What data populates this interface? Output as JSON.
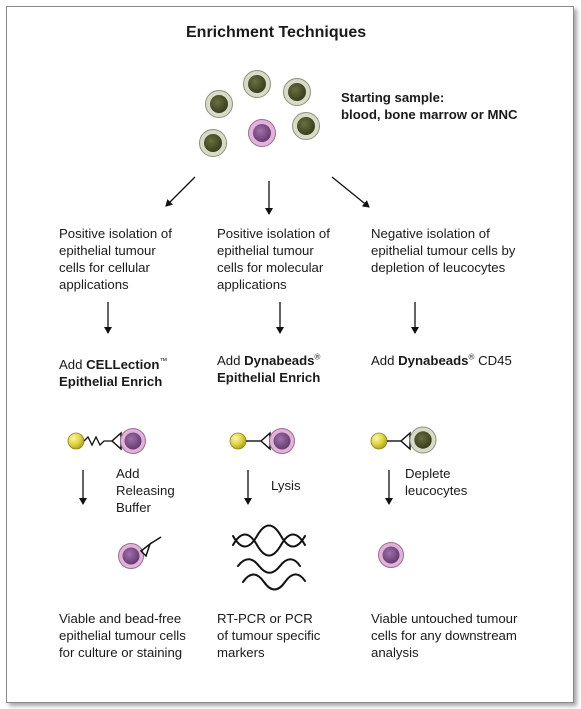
{
  "title": "Enrichment Techniques",
  "starting_sample": {
    "line1": "Starting sample:",
    "line2": "blood, bone marrow or MNC"
  },
  "columns": [
    {
      "isolation": [
        "Positive isolation of",
        "epithelial tumour",
        "cells for cellular",
        "applications"
      ],
      "reagent_prefix": "Add ",
      "reagent_name": "CELLection",
      "reagent_mark": "™",
      "reagent_suffix": "",
      "reagent_line2": "Epithelial Enrich",
      "step": [
        "Add",
        "Releasing",
        "Buffer"
      ],
      "result": [
        "Viable and bead-free",
        "epithelial tumour cells",
        "for culture or staining"
      ]
    },
    {
      "isolation": [
        "Positive isolation of",
        "epithelial tumour",
        "cells for molecular",
        "applications"
      ],
      "reagent_prefix": "Add ",
      "reagent_name": "Dynabeads",
      "reagent_mark": "®",
      "reagent_suffix": "",
      "reagent_line2": "Epithelial Enrich",
      "step": [
        "Lysis"
      ],
      "result": [
        "RT-PCR or PCR",
        "of tumour specific",
        "markers"
      ]
    },
    {
      "isolation": [
        "Negative isolation of",
        "epithelial tumour cells by",
        "depletion of leucocytes"
      ],
      "reagent_prefix": "Add ",
      "reagent_name": "Dynabeads",
      "reagent_mark": "®",
      "reagent_suffix": " CD45",
      "reagent_line2": "",
      "step": [
        "Deplete",
        "leucocytes"
      ],
      "result": [
        "Viable untouched tumour",
        "cells for any downstream",
        "analysis"
      ]
    }
  ],
  "colors": {
    "leucocyte_fill": "#4a4f2a",
    "leucocyte_ring": "#c9cdb8",
    "tumour_fill": "#7b4f86",
    "tumour_ring": "#d8a4cf",
    "bead": "#d8cc3a",
    "line": "#111111"
  }
}
